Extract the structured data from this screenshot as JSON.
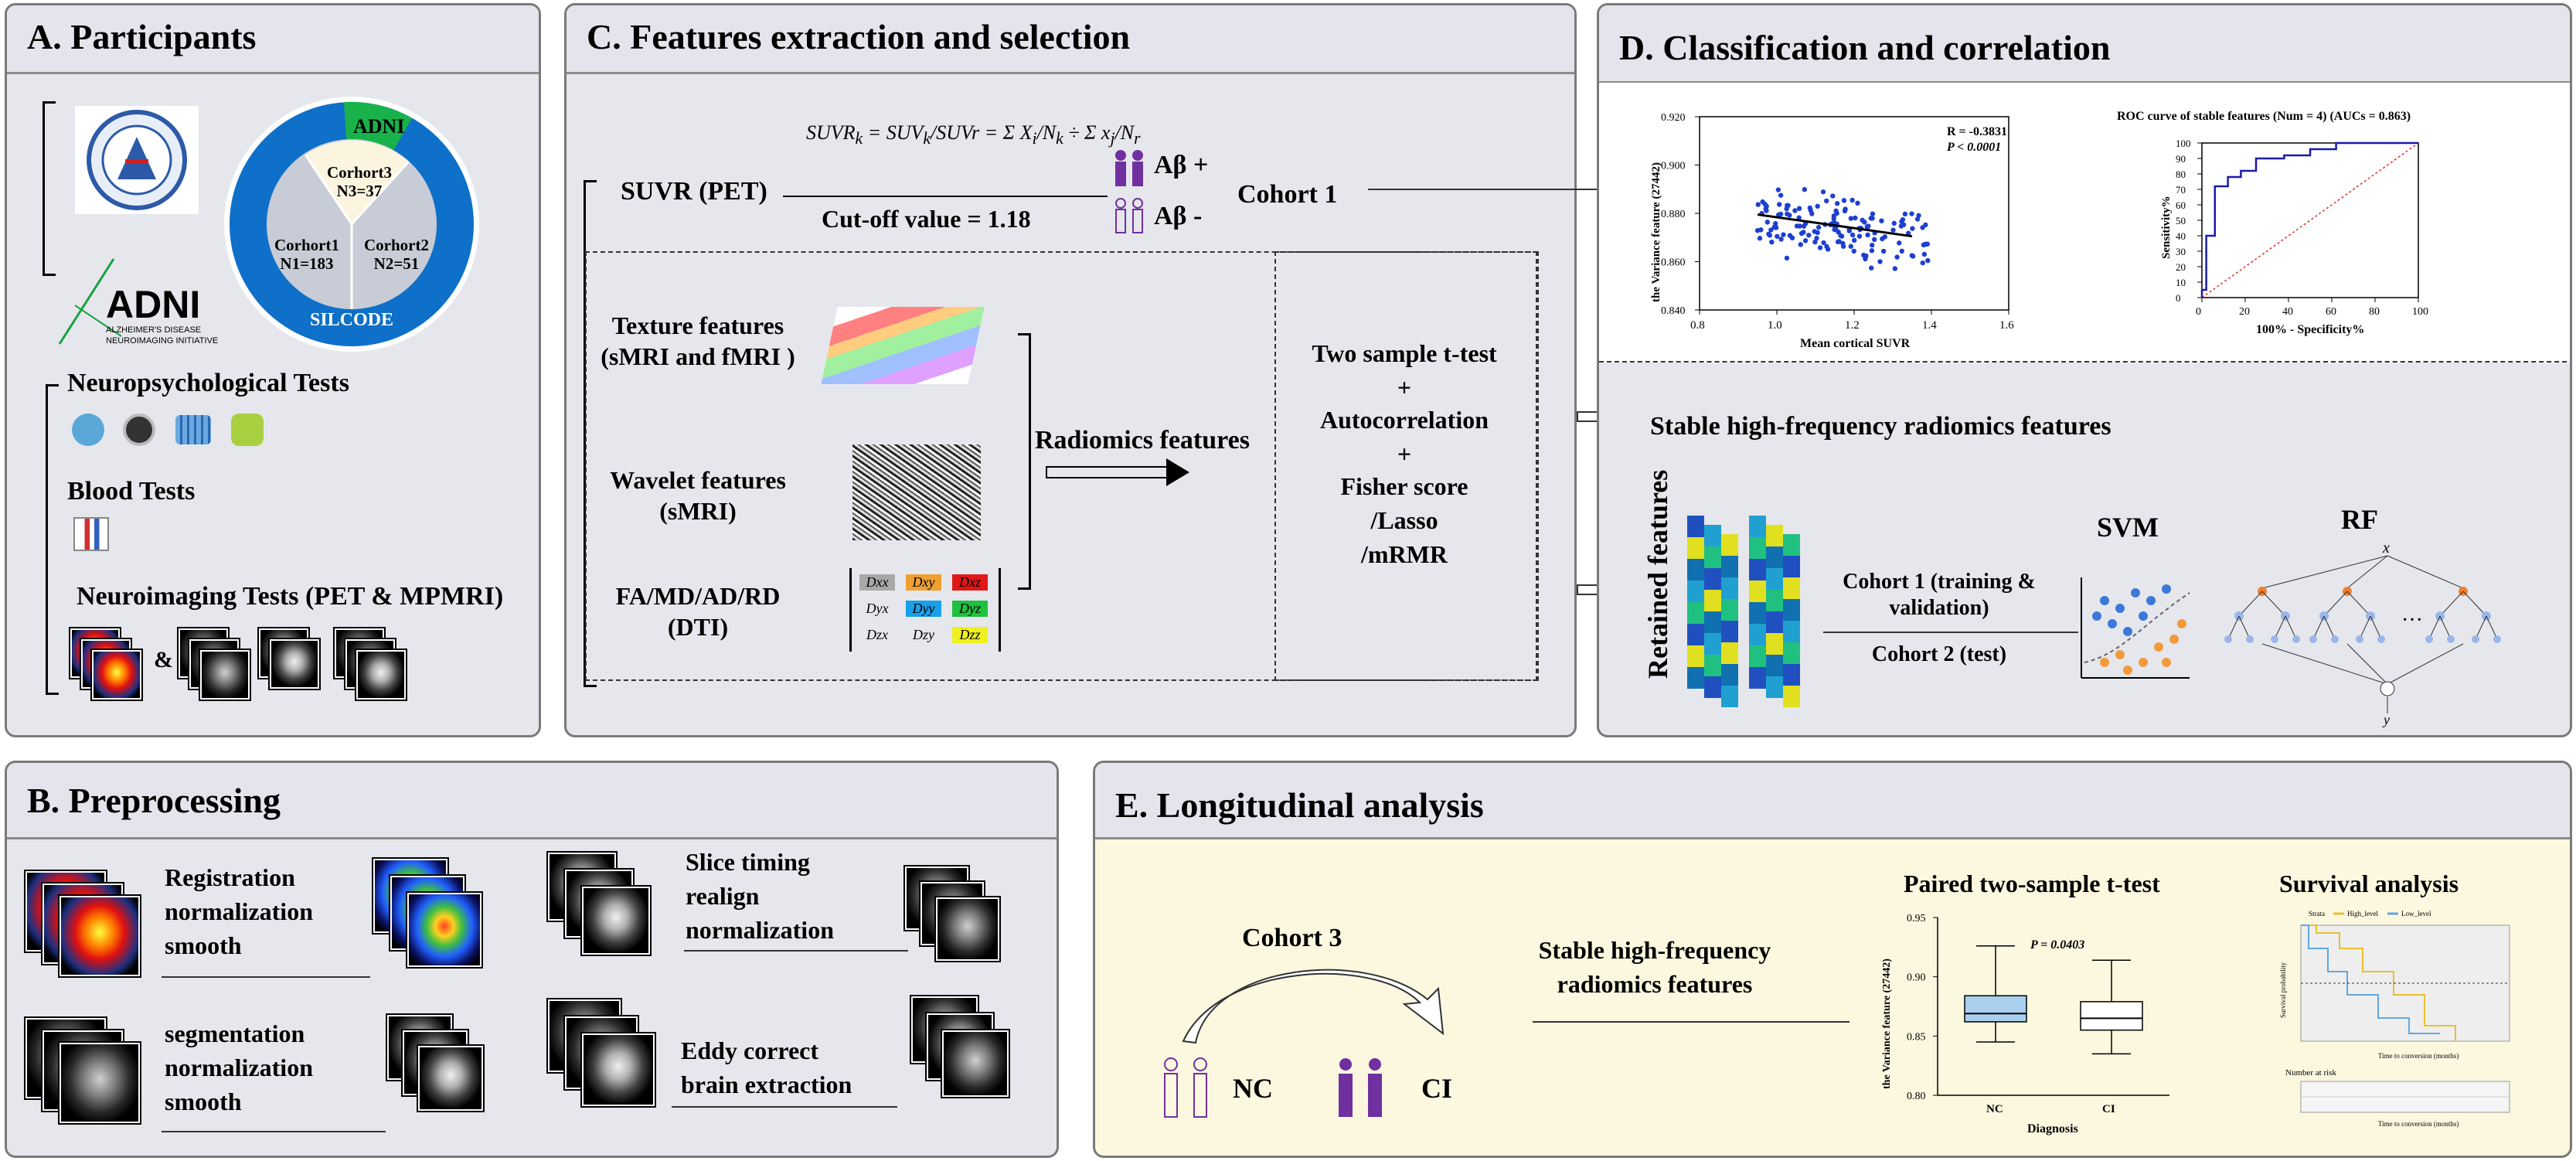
{
  "panel_a": {
    "title": "A. Participants",
    "donut": {
      "adni": "ADNI",
      "cohort3": "Corhort3",
      "n3": "N3=37",
      "cohort1": "Corhort1",
      "n1": "N1=183",
      "cohort2": "Corhort2",
      "n2": "N2=51",
      "silcode": "SILCODE"
    },
    "adni_logo": {
      "name": "ADNI",
      "tagline1": "ALZHEIMER'S DISEASE",
      "tagline2": "NEUROIMAGING INITIATIVE"
    },
    "neuro_tests": "Neuropsychological Tests",
    "blood_tests": "Blood Tests",
    "neuroimaging": "Neuroimaging Tests  (PET & MPMRI)",
    "amp": "&"
  },
  "panel_b": {
    "title": "B. Preprocessing",
    "pet_steps": [
      "Registration",
      "normalization",
      "smooth"
    ],
    "smri_steps": [
      "segmentation",
      "normalization",
      "smooth"
    ],
    "fmri_steps": [
      "Slice timing",
      "realign",
      "normalization"
    ],
    "dti_steps": [
      "Eddy correct",
      "brain extraction"
    ]
  },
  "panel_c": {
    "title": "C. Features extraction and selection",
    "suvr": "SUVR (PET)",
    "cutoff": "Cut-off value = 1.18",
    "abeta_pos": "Aβ +",
    "abeta_neg": "Aβ -",
    "cohort1": "Cohort 1",
    "texture": [
      "Texture features",
      "(sMRI and fMRI )"
    ],
    "wavelet": [
      "Wavelet features",
      "(sMRI)"
    ],
    "dti": [
      "FA/MD/AD/RD",
      "(DTI)"
    ],
    "radiomics": "Radiomics features",
    "selection": [
      "Two sample t-test",
      "+",
      "Autocorrelation",
      "+",
      "Fisher score",
      "/Lasso",
      "/mRMR"
    ],
    "tensor": [
      [
        "Dxx",
        "Dxy",
        "Dxz"
      ],
      [
        "Dyx",
        "Dyy",
        "Dyz"
      ],
      [
        "Dzx",
        "Dzy",
        "Dzz"
      ]
    ]
  },
  "panel_d": {
    "title": "D. Classification and correlation",
    "stable": "Stable high-frequency radiomics features",
    "retained": "Retained features",
    "cohort_train": [
      "Cohort 1 (training &",
      "validation)"
    ],
    "cohort_test": "Cohort 2 (test)",
    "svm": "SVM",
    "rf": "RF",
    "rf_x": "x",
    "rf_y": "y",
    "ellipsis": "···"
  },
  "panel_e": {
    "title": "E. Longitudinal  analysis",
    "cohort3": "Cohort 3",
    "nc": "NC",
    "ci": "CI",
    "stable": [
      "Stable high-frequency",
      "radiomics features"
    ],
    "paired": "Paired two-sample t-test",
    "survival": "Survival analysis",
    "survival_axes": {
      "ylabel": "Survival probability",
      "xlabel": "Time to conversion (months)",
      "risk": "Number at risk",
      "strata": "Strata",
      "high": "High_level",
      "low": "Low_level"
    }
  },
  "chart_data": [
    {
      "type": "scatter",
      "xlabel": "Mean cortical SUVR",
      "ylabel": "the Variance feature (27442)",
      "xlim": [
        0.8,
        1.6
      ],
      "ylim": [
        0.84,
        0.92
      ],
      "xticks": [
        "0.8",
        "1.0",
        "1.2",
        "1.4",
        "1.6"
      ],
      "yticks": [
        "0.840",
        "0.860",
        "0.880",
        "0.900",
        "0.920"
      ],
      "annotation_r": "R = -0.3831",
      "annotation_p": "P < 0.0001",
      "fit_line": [
        [
          0.95,
          0.8795
        ],
        [
          1.35,
          0.8705
        ]
      ],
      "color": "#1f3fd0"
    },
    {
      "type": "line",
      "title": "ROC curve of stable features (Num = 4) (AUCs = 0.863)",
      "xlabel": "100% - Specificity%",
      "ylabel": "Sensitivity%",
      "xlim": [
        0,
        100
      ],
      "ylim": [
        0,
        100
      ],
      "xticks": [
        "0",
        "20",
        "40",
        "60",
        "80",
        "100"
      ],
      "yticks": [
        "0",
        "10",
        "20",
        "30",
        "40",
        "50",
        "60",
        "70",
        "80",
        "90",
        "100"
      ],
      "roc": [
        [
          0,
          0
        ],
        [
          0,
          5
        ],
        [
          2,
          5
        ],
        [
          2,
          40
        ],
        [
          6,
          40
        ],
        [
          6,
          72
        ],
        [
          12,
          72
        ],
        [
          12,
          78
        ],
        [
          18,
          78
        ],
        [
          18,
          82
        ],
        [
          25,
          82
        ],
        [
          25,
          90
        ],
        [
          38,
          90
        ],
        [
          38,
          92
        ],
        [
          50,
          92
        ],
        [
          50,
          96
        ],
        [
          62,
          96
        ],
        [
          62,
          100
        ],
        [
          100,
          100
        ]
      ],
      "color": "#1a1ab0",
      "diagonal_color": "#e03030"
    },
    {
      "type": "box",
      "annotation": "P = 0.0403",
      "xlabel": "Diagnosis",
      "ylabel": "the Variance feature (27442)",
      "categories": [
        "NC",
        "CI"
      ],
      "ylim": [
        0.8,
        0.95
      ],
      "yticks": [
        "0.80",
        "0.85",
        "0.90",
        "0.95"
      ],
      "boxes": [
        {
          "min": 0.845,
          "q1": 0.862,
          "median": 0.869,
          "q3": 0.884,
          "max": 0.926,
          "color": "#a8cfee"
        },
        {
          "min": 0.835,
          "q1": 0.855,
          "median": 0.865,
          "q3": 0.879,
          "max": 0.914,
          "color": "#ffffff"
        }
      ]
    }
  ],
  "colors": {
    "panel_bg": "#e6e7ec",
    "longitudinal_bg": "#fcf8e0",
    "silcode_blue": "#0e70c8",
    "adni_green": "#19b24a",
    "purple": "#7030a0"
  }
}
